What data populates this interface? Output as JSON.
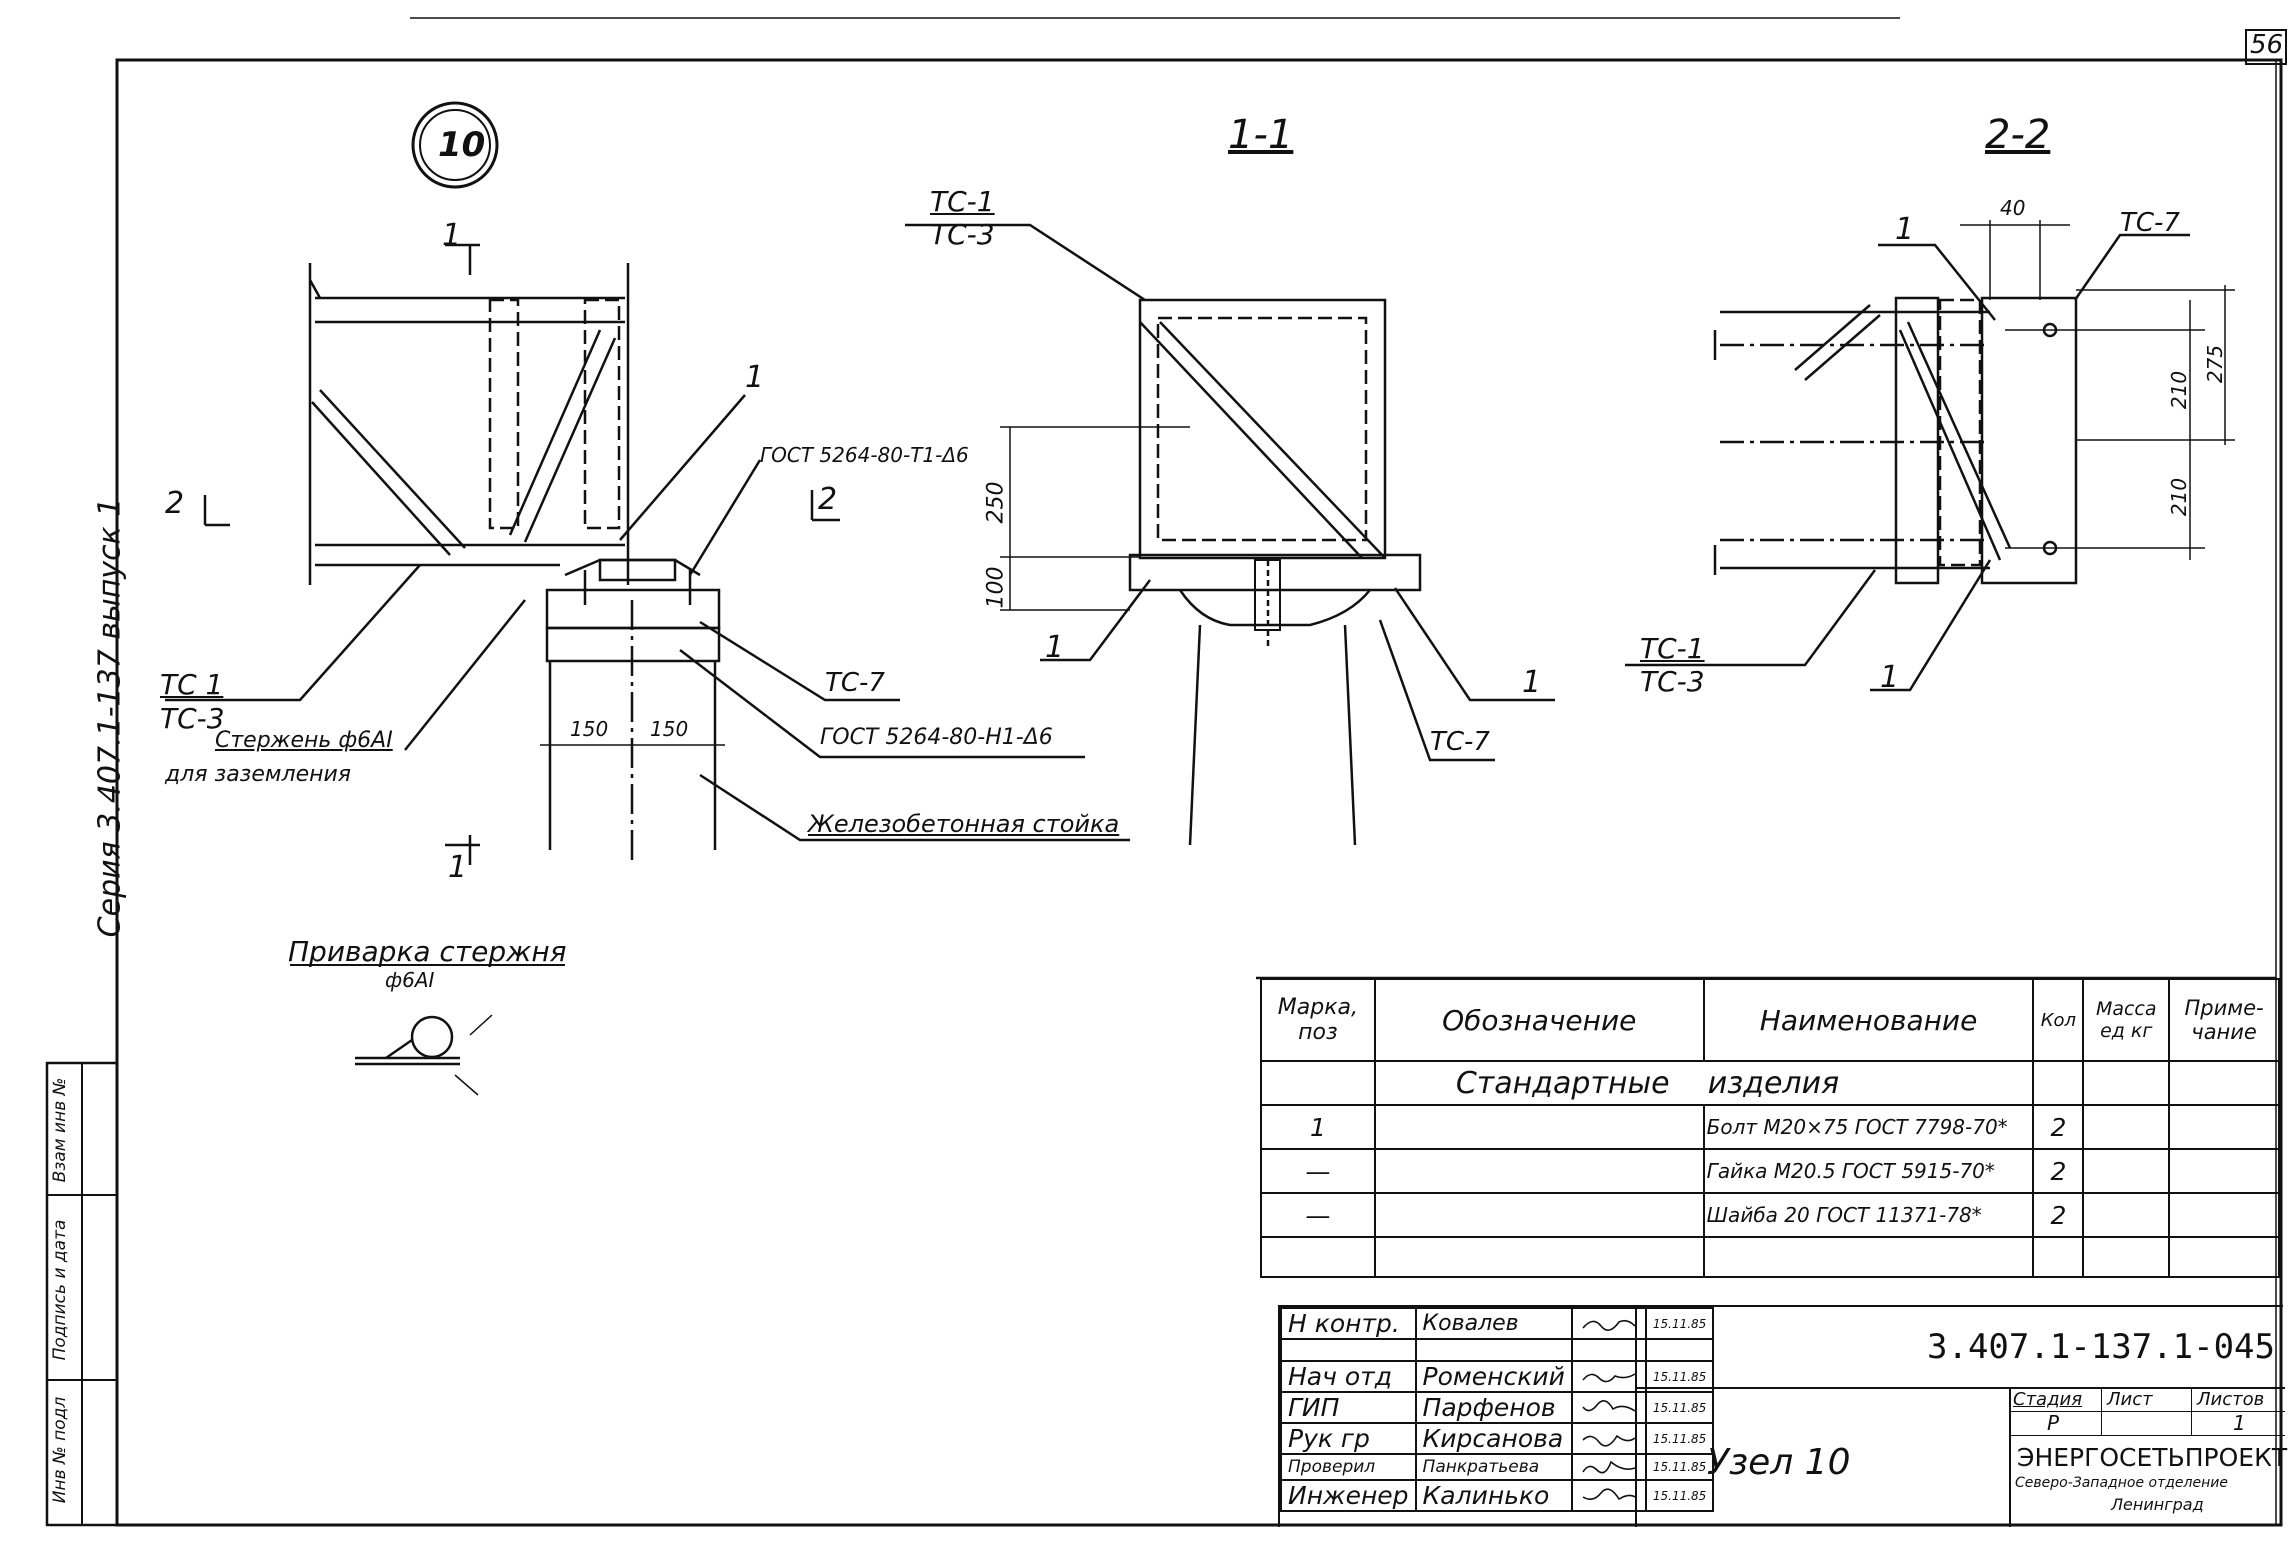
{
  "sheet": {
    "page_number": "56",
    "series_vertical": "Серия 3.407.1-137 выпуск 1",
    "node_circle": "10"
  },
  "labels": {
    "section_1": "1-1",
    "section_2": "2-2",
    "cut_1": "1",
    "cut_2": "2",
    "tc1_tc3_left_top": "ТС 1",
    "tc1_tc3_left_bottom": "ТС-3",
    "tc1_mid_top": "ТС-1",
    "tc3_mid_bottom": "ТС-3",
    "tc1_right_top": "ТС-1",
    "tc3_right_bottom": "ТС-3",
    "tc7_left": "ТС-7",
    "tc7_mid": "ТС-7",
    "tc7_right": "ТС-7",
    "pos1": "1",
    "gost_top": "ГОСТ 5264-80-Т1-Δ6",
    "gost_bottom": "ГОСТ 5264-80-Н1-Δ6",
    "rod_line1": "Стержень ф6АI",
    "rod_line2": "для заземления",
    "column": "Железобетонная стойка",
    "weld_title": "Приварка стержня",
    "weld_sub": "ф6АI",
    "dim_150a": "150",
    "dim_150b": "150",
    "dim_250": "250",
    "dim_100": "100",
    "dim_40": "40",
    "dim_210a": "210",
    "dim_210b": "210",
    "dim_275": "275"
  },
  "side_stamp": {
    "col1": "Инв № подл",
    "col2": "Подпись и дата",
    "col3": "Взам инв №"
  },
  "spec_table": {
    "headers": [
      "Марка, поз",
      "Обозначение",
      "Наименование",
      "Кол",
      "Масса ед кг",
      "Приме-чание"
    ],
    "section_title": "Стандартные    изделия",
    "rows": [
      {
        "mark": "1",
        "designation": "",
        "name": "Болт М20×75 ГОСТ 7798-70*",
        "qty": "2",
        "mass": "",
        "note": ""
      },
      {
        "mark": "—",
        "designation": "",
        "name": "Гайка М20.5 ГОСТ 5915-70*",
        "qty": "2",
        "mass": "",
        "note": ""
      },
      {
        "mark": "—",
        "designation": "",
        "name": "Шайба 20 ГОСТ 11371-78*",
        "qty": "2",
        "mass": "",
        "note": ""
      },
      {
        "mark": "",
        "designation": "",
        "name": "",
        "qty": "",
        "mass": "",
        "note": ""
      }
    ]
  },
  "title_block": {
    "doc_code": "3.407.1-137.1-045",
    "title": "Узел 10",
    "stage_hdr": "Стадия",
    "sheet_hdr": "Лист",
    "sheets_hdr": "Листов",
    "stage": "Р",
    "sheet": "",
    "sheets": "1",
    "org_name": "ЭНЕРГОСЕТЬПРОЕКТ",
    "org_sub1": "Северо-Западное отделение",
    "org_sub2": "Ленинград",
    "people": [
      {
        "role": "Н контр.",
        "name": "Ковалев",
        "date": "15.11.85"
      },
      {
        "role": "Нач отд",
        "name": "Роменский",
        "date": "15.11.85"
      },
      {
        "role": "ГИП",
        "name": "Парфенов",
        "date": "15.11.85"
      },
      {
        "role": "Рук гр",
        "name": "Кирсанова",
        "date": "15.11.85"
      },
      {
        "role": "Проверил",
        "name": "Панкратьева",
        "date": "15.11.85"
      },
      {
        "role": "Инженер",
        "name": "Калинько",
        "date": "15.11.85"
      }
    ]
  }
}
